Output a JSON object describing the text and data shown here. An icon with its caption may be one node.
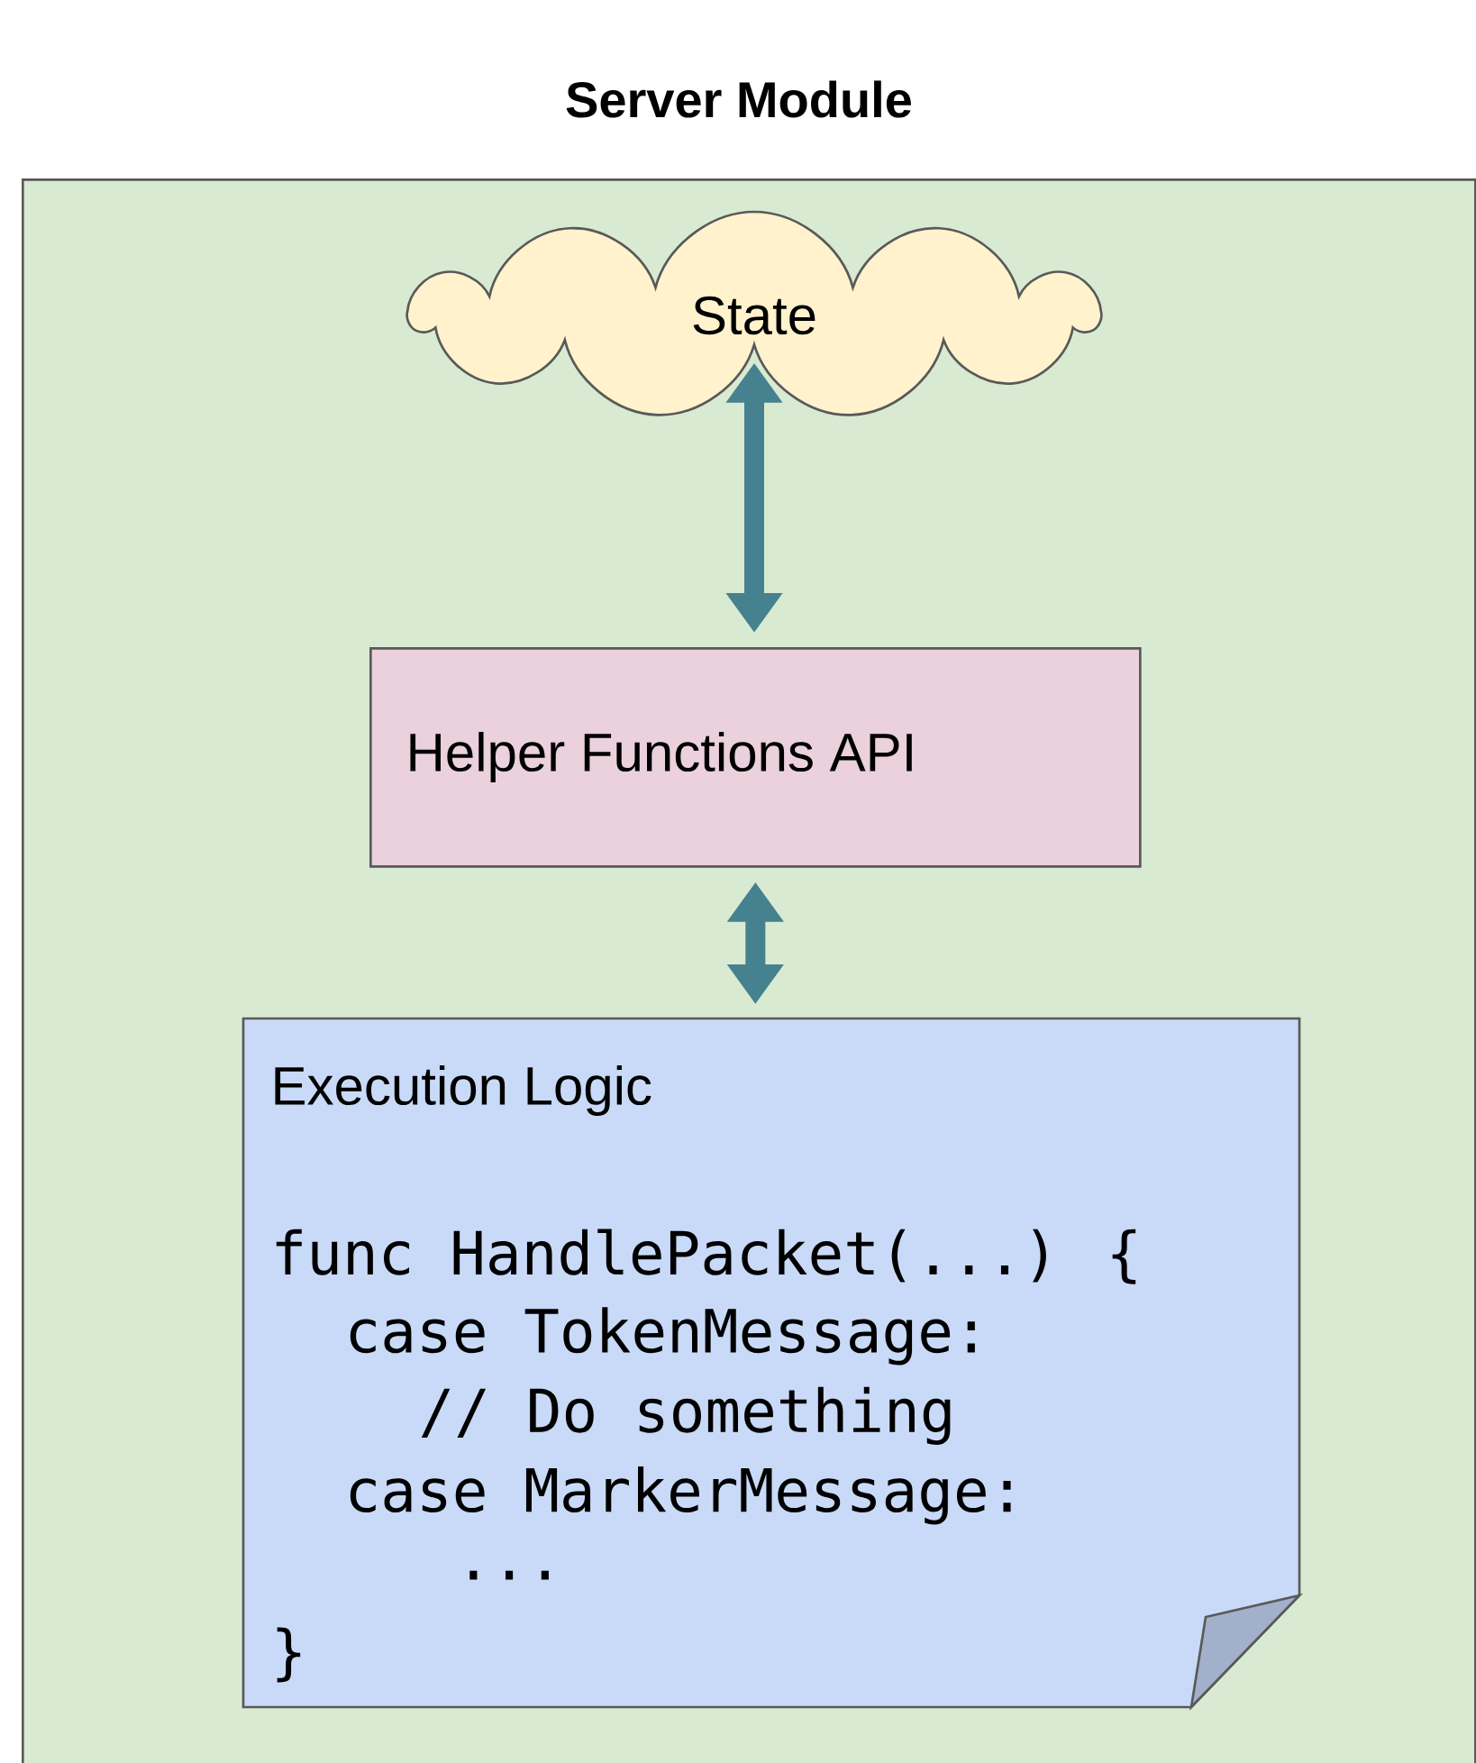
{
  "diagram": {
    "nodes": [
      {
        "text": [
          "Server Module"
        ]
      },
      {
        "text": [
          "State"
        ],
        "in": 0
      },
      {
        "text": [
          "Helper Functions API"
        ],
        "in": 0
      },
      {
        "text": [
          "Execution Logic",
          "func HandlePacket(...) {",
          "case TokenMessage:",
          "// Do something",
          "case MarkerMessage:",
          "...",
          "}"
        ],
        "in": 0
      }
    ],
    "edges": [
      {
        "from": 1,
        "to": 2,
        "arrow": "both",
        "color": "#45818e"
      },
      {
        "from": 2,
        "to": 3,
        "arrow": "both",
        "color": "#45818e"
      }
    ]
  }
}
